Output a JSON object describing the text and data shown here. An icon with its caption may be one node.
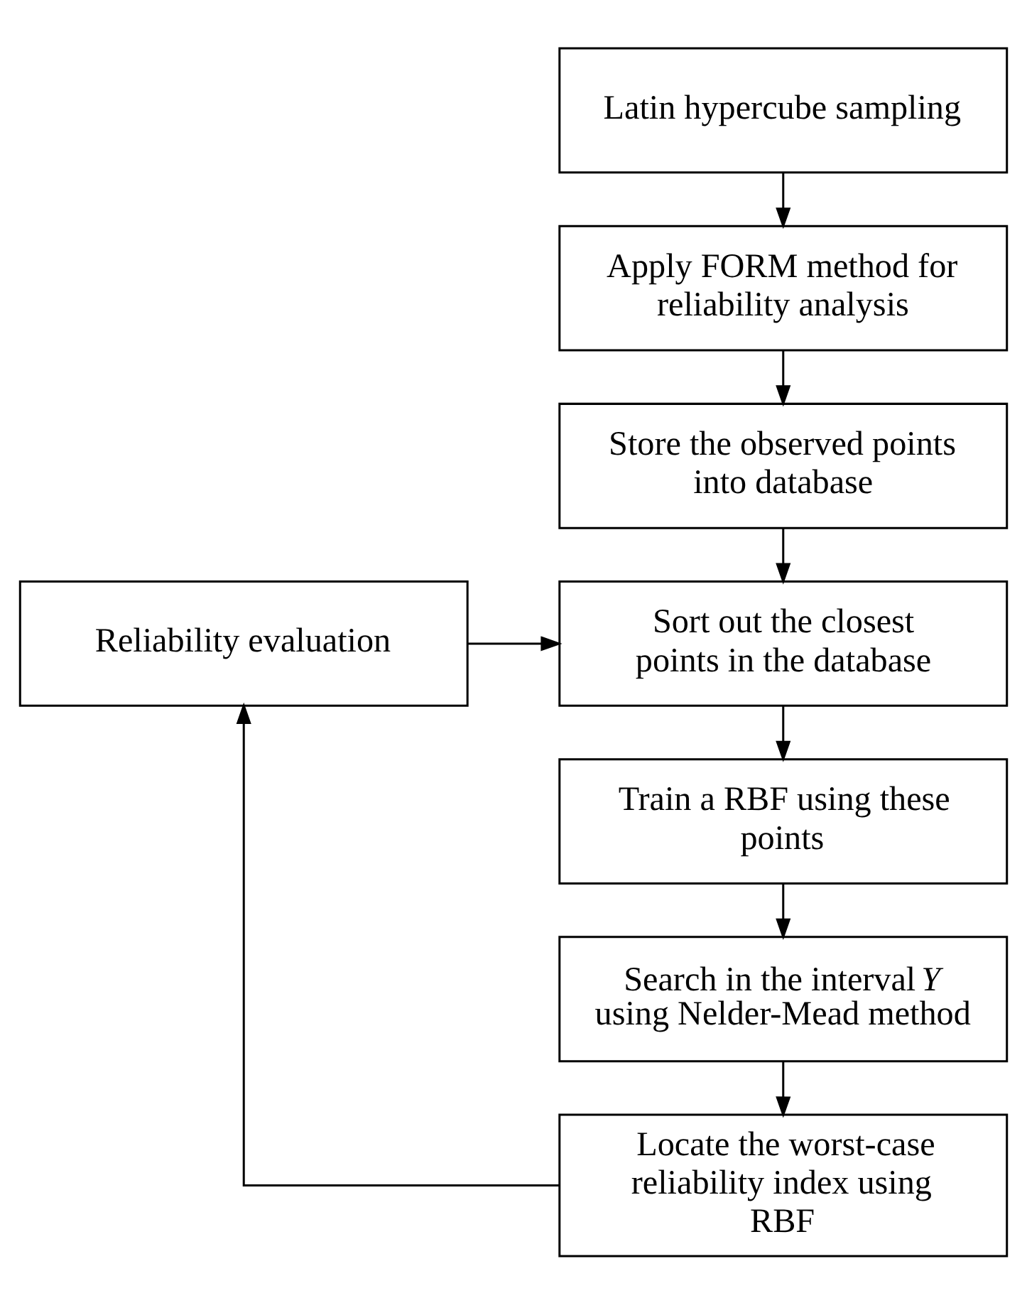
{
  "diagram": {
    "nodes": [
      {
        "text": [
          "Latin hypercube sampling"
        ]
      },
      {
        "text": [
          "Apply FORM method for reliability analysis"
        ]
      },
      {
        "text": [
          "Store the observed points into database"
        ]
      },
      {
        "text": [
          "Reliability evaluation"
        ]
      },
      {
        "text": [
          "Sort out the closest points in the database"
        ]
      },
      {
        "text": [
          "Train a RBF using these points"
        ]
      },
      {
        "text": [
          "Search in the interval *Y* using Nelder-Mead method"
        ]
      },
      {
        "text": [
          "Locate the worst-case reliability index using RBF"
        ]
      }
    ],
    "edges": [
      {
        "from": 0,
        "to": 1,
        "arrow": "to"
      },
      {
        "from": 1,
        "to": 2,
        "arrow": "to"
      },
      {
        "from": 2,
        "to": 4,
        "arrow": "to"
      },
      {
        "from": 3,
        "to": 4,
        "arrow": "to"
      },
      {
        "from": 4,
        "to": 5,
        "arrow": "to"
      },
      {
        "from": 5,
        "to": 6,
        "arrow": "to"
      },
      {
        "from": 6,
        "to": 7,
        "arrow": "to"
      },
      {
        "from": 7,
        "to": 3,
        "arrow": "to"
      }
    ]
  }
}
